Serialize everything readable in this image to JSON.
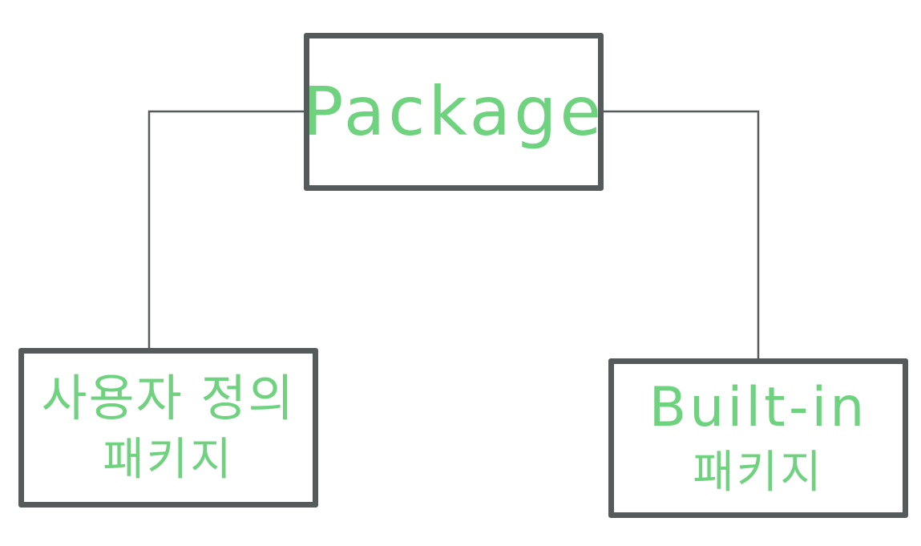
{
  "diagram": {
    "root": {
      "label": "Package"
    },
    "children": [
      {
        "id": "user-defined",
        "lines": [
          "사용자 정의",
          "패키지"
        ]
      },
      {
        "id": "built-in",
        "lines": [
          "Built-in",
          "패키지"
        ]
      }
    ]
  },
  "colors": {
    "text": "#6fd27f",
    "border": "#555a5b",
    "connector": "#555a5b",
    "background": "#ffffff"
  }
}
